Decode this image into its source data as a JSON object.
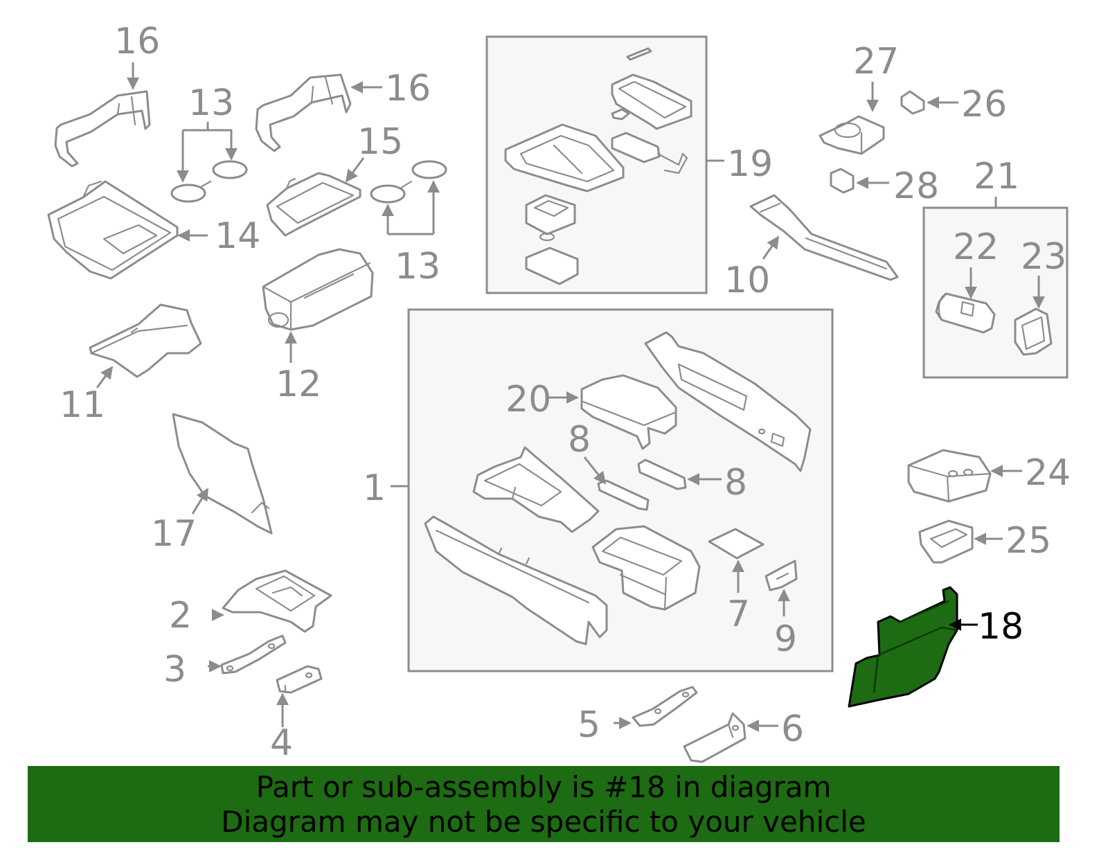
{
  "colors": {
    "highlight": "#1d6b12",
    "lineart": "#8c8c8c",
    "banner_text": "#000000"
  },
  "banner": {
    "line1": "Part or sub-assembly is #18 in diagram",
    "line2": "Diagram may not be specific to your vehicle"
  },
  "highlighted_part": "18",
  "callouts": {
    "c1": "1",
    "c2": "2",
    "c3": "3",
    "c4": "4",
    "c5": "5",
    "c6": "6",
    "c7": "7",
    "c8a": "8",
    "c8b": "8",
    "c9": "9",
    "c10": "10",
    "c11": "11",
    "c12": "12",
    "c13a": "13",
    "c13b": "13",
    "c14": "14",
    "c15": "15",
    "c16a": "16",
    "c16b": "16",
    "c17": "17",
    "c18": "18",
    "c19": "19",
    "c20": "20",
    "c21": "21",
    "c22": "22",
    "c23": "23",
    "c24": "24",
    "c25": "25",
    "c26": "26",
    "c27": "27",
    "c28": "28"
  }
}
